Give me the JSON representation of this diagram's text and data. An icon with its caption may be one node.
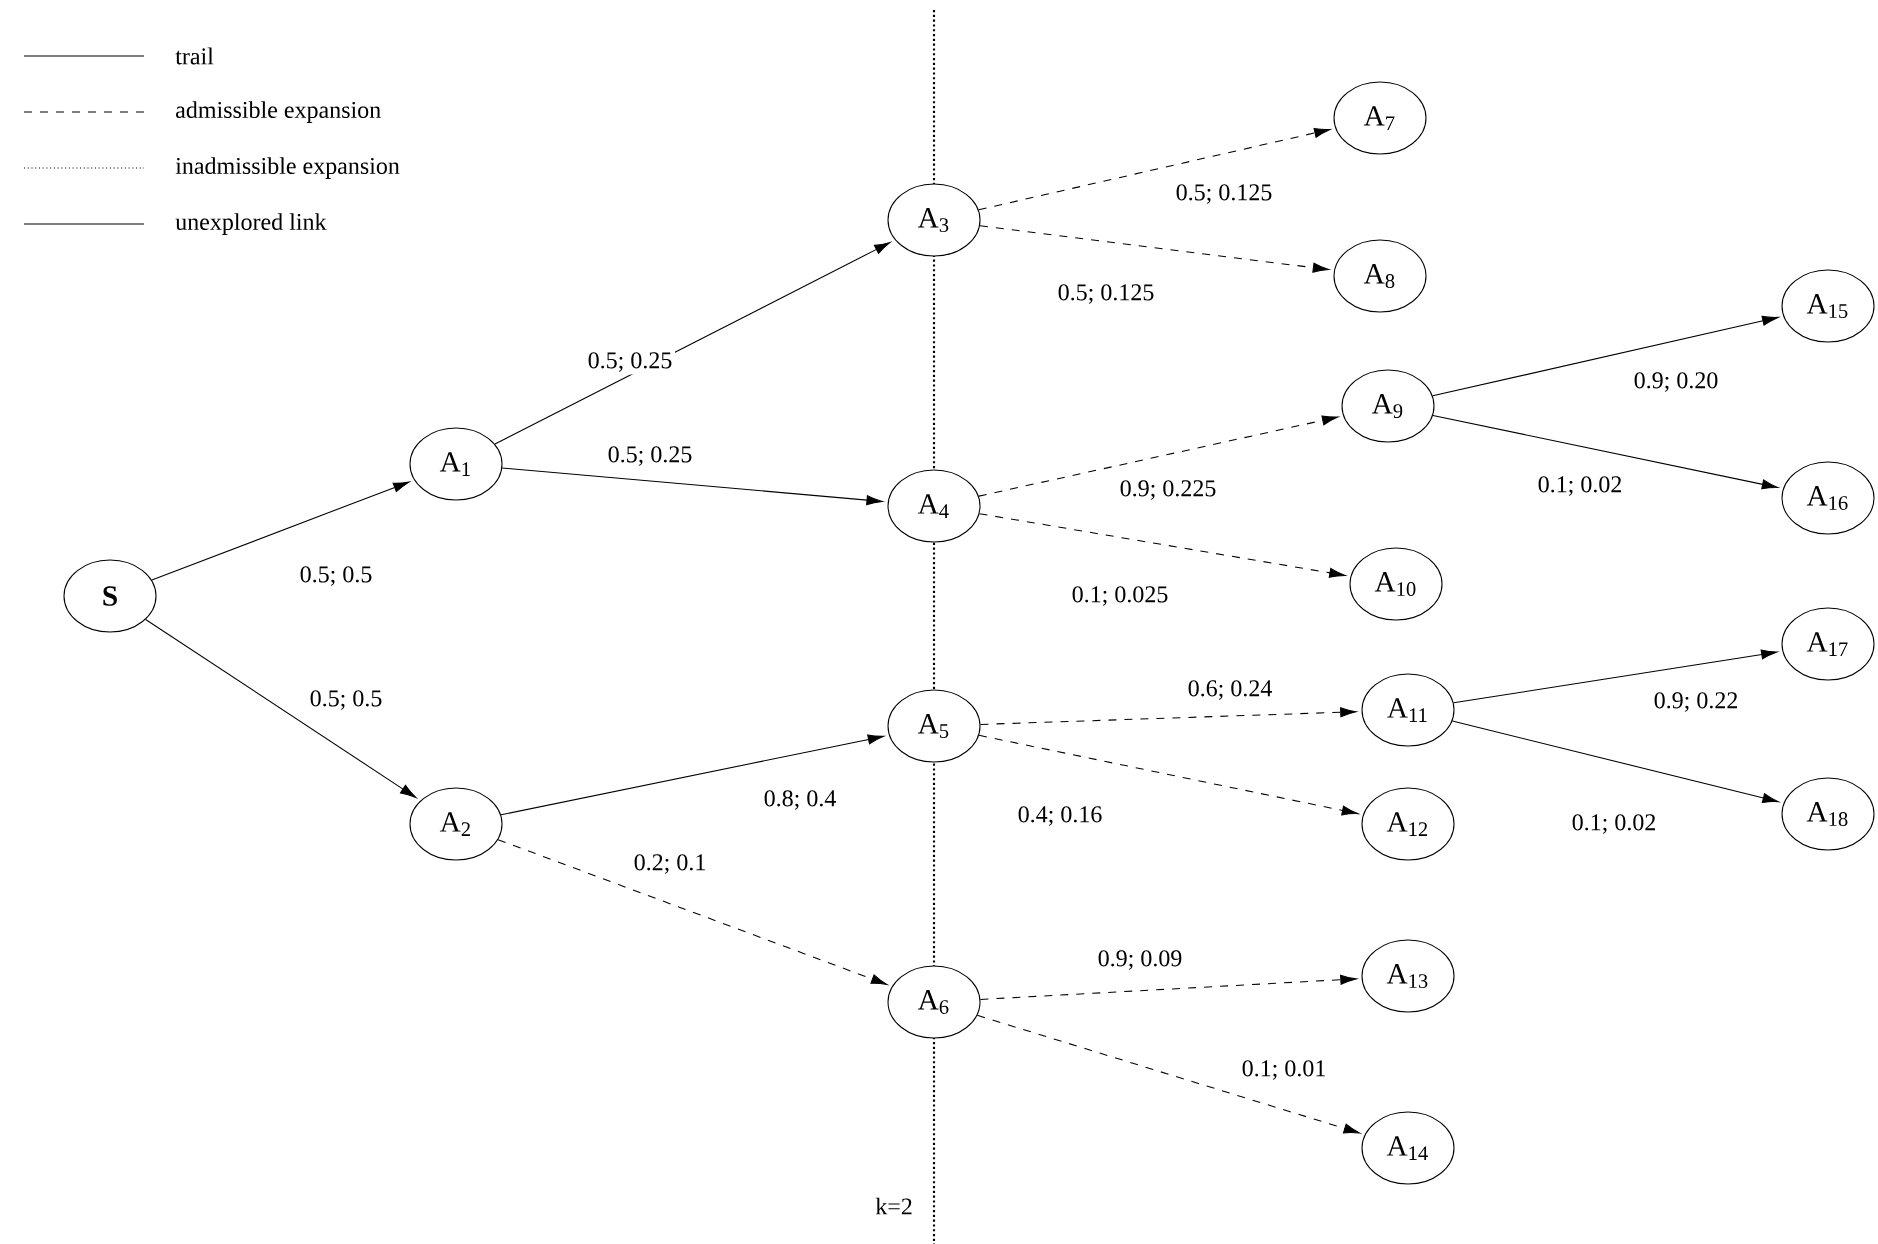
{
  "diagram": {
    "nodes": [
      {
        "text": [
          "S"
        ]
      },
      {
        "text": [
          "A$_{1}$"
        ]
      },
      {
        "text": [
          "A$_{2}$"
        ]
      },
      {
        "text": [
          "A$_{3}$"
        ]
      },
      {
        "text": [
          "A$_{4}$"
        ]
      },
      {
        "text": [
          "A$_{5}$"
        ]
      },
      {
        "text": [
          "A$_{6}$"
        ]
      },
      {
        "text": [
          "A$_{7}$"
        ]
      },
      {
        "text": [
          "A$_{8}$"
        ]
      },
      {
        "text": [
          "A$_{9}$"
        ]
      },
      {
        "text": [
          "A$_{10}$"
        ]
      },
      {
        "text": [
          "A$_{11}$"
        ]
      },
      {
        "text": [
          "A$_{12}$"
        ]
      },
      {
        "text": [
          "A$_{13}$"
        ]
      },
      {
        "text": [
          "A$_{14}$"
        ]
      },
      {
        "text": [
          "A$_{15}$"
        ]
      },
      {
        "text": [
          "A$_{16}$"
        ]
      },
      {
        "text": [
          "A$_{17}$"
        ]
      },
      {
        "text": [
          "A$_{18}$"
        ]
      }
    ],
    "edges": [
      {
        "from": 0,
        "to": 1,
        "arrow": "to",
        "label": "0.5; 0.5"
      },
      {
        "from": 0,
        "to": 2,
        "arrow": "to",
        "label": "0.5; 0.5"
      },
      {
        "from": 1,
        "to": 3,
        "arrow": "to",
        "label": "0.5; 0.25"
      },
      {
        "from": 1,
        "to": 4,
        "arrow": "to",
        "label": "0.5; 0.25"
      },
      {
        "from": 2,
        "to": 5,
        "arrow": "to",
        "label": "0.8; 0.4"
      },
      {
        "from": 2,
        "to": 6,
        "arrow": "to",
        "label": "0.2; 0.1",
        "style": "dashed"
      },
      {
        "from": 3,
        "to": 7,
        "arrow": "to",
        "label": "0.5; 0.125",
        "style": "dashed"
      },
      {
        "from": 3,
        "to": 8,
        "arrow": "to",
        "label": "0.5; 0.125",
        "style": "dashed"
      },
      {
        "from": 4,
        "to": 9,
        "arrow": "to",
        "label": "0.9; 0.225",
        "style": "dashed"
      },
      {
        "from": 4,
        "to": 10,
        "arrow": "to",
        "label": "0.1; 0.025",
        "style": "dashed"
      },
      {
        "from": 5,
        "to": 11,
        "arrow": "to",
        "label": "0.6; 0.24",
        "style": "dashed"
      },
      {
        "from": 5,
        "to": 12,
        "arrow": "to",
        "label": "0.4; 0.16",
        "style": "dashed"
      },
      {
        "from": 6,
        "to": 13,
        "arrow": "to",
        "label": "0.9; 0.09",
        "style": "dashed"
      },
      {
        "from": 6,
        "to": 14,
        "arrow": "to",
        "label": "0.1; 0.01",
        "style": "dashed"
      },
      {
        "from": 9,
        "to": 15,
        "arrow": "to",
        "label": "0.9; 0.20"
      },
      {
        "from": 9,
        "to": 16,
        "arrow": "to",
        "label": "0.1; 0.02"
      },
      {
        "from": 11,
        "to": 17,
        "arrow": "to",
        "label": "0.9; 0.22"
      },
      {
        "from": 11,
        "to": 18,
        "arrow": "to",
        "label": "0.1; 0.02"
      }
    ],
    "labels": [
      "k=2"
    ],
    "legend": [
      {
        "text": "trail"
      },
      {
        "text": "admissible expansion"
      },
      {
        "text": "inadmissible expansion"
      },
      {
        "text": "unexplored link"
      }
    ]
  }
}
